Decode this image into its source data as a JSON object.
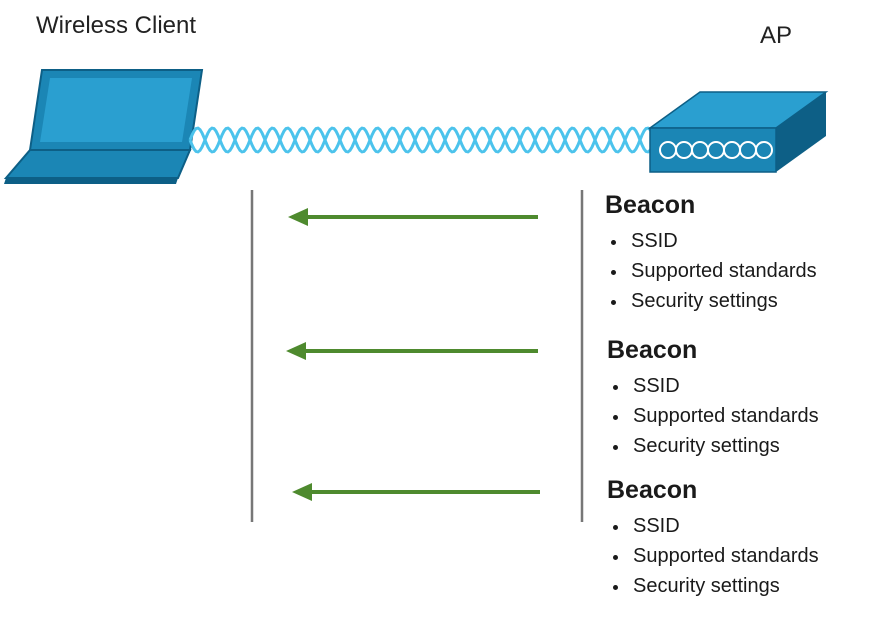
{
  "client": {
    "label": "Wireless Client",
    "icon": "laptop-icon"
  },
  "ap": {
    "label": "AP",
    "icon": "access-point-icon"
  },
  "colors": {
    "device_blue": "#1b86b5",
    "device_dark": "#0d5f86",
    "wave": "#4cc3ec",
    "arrow": "#4e8a2e",
    "line": "#777777"
  },
  "beacons": [
    {
      "title": "Beacon",
      "items": [
        "SSID",
        "Supported standards",
        "Security settings"
      ]
    },
    {
      "title": "Beacon",
      "items": [
        "SSID",
        "Supported standards",
        "Security settings"
      ]
    },
    {
      "title": "Beacon",
      "items": [
        "SSID",
        "Supported standards",
        "Security settings"
      ]
    }
  ]
}
